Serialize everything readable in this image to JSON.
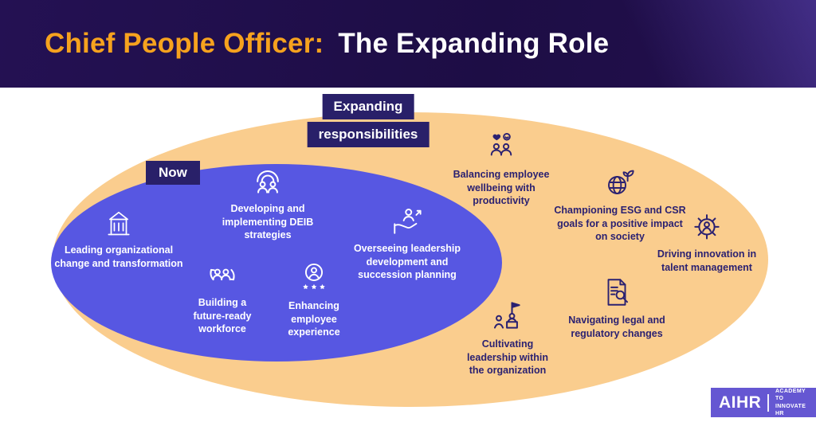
{
  "header": {
    "title_highlight": "Chief People Officer:",
    "title_rest": "The Expanding Role"
  },
  "badges": {
    "expanding_line1": "Expanding",
    "expanding_line2": "responsibilities",
    "now": "Now"
  },
  "now_items": [
    {
      "icon": "building-icon",
      "label": "Leading organizational change and transformation"
    },
    {
      "icon": "deib-rainbow-people-icon",
      "label": "Developing and implementing DEIB strategies"
    },
    {
      "icon": "leadership-development-icon",
      "label": "Overseeing leadership development and succession planning"
    },
    {
      "icon": "workforce-refresh-icon",
      "label": "Building a future-ready workforce"
    },
    {
      "icon": "employee-experience-icon",
      "label": "Enhancing employee experience"
    }
  ],
  "expanding_items": [
    {
      "icon": "wellbeing-people-icon",
      "label": "Balancing employee wellbeing with productivity"
    },
    {
      "icon": "esg-globe-plant-icon",
      "label": "Championing ESG and CSR goals for a positive impact on society"
    },
    {
      "icon": "talent-gear-person-icon",
      "label": "Driving innovation in talent management"
    },
    {
      "icon": "legal-document-magnifier-icon",
      "label": "Navigating legal and regulatory changes"
    },
    {
      "icon": "leadership-flag-icon",
      "label": "Cultivating leadership within the organization"
    }
  ],
  "logo": {
    "brand": "AIHR",
    "tagline_line1": "ACADEMY TO",
    "tagline_line2": "INNOVATE HR"
  },
  "colors": {
    "header_bg": "#1D0D45",
    "accent_orange": "#F6A21E",
    "outer_ellipse": "#FACD8E",
    "inner_ellipse": "#5757E2",
    "badge_bg": "#292069",
    "navy_text": "#2B2171",
    "logo_bg": "#6557D2"
  }
}
